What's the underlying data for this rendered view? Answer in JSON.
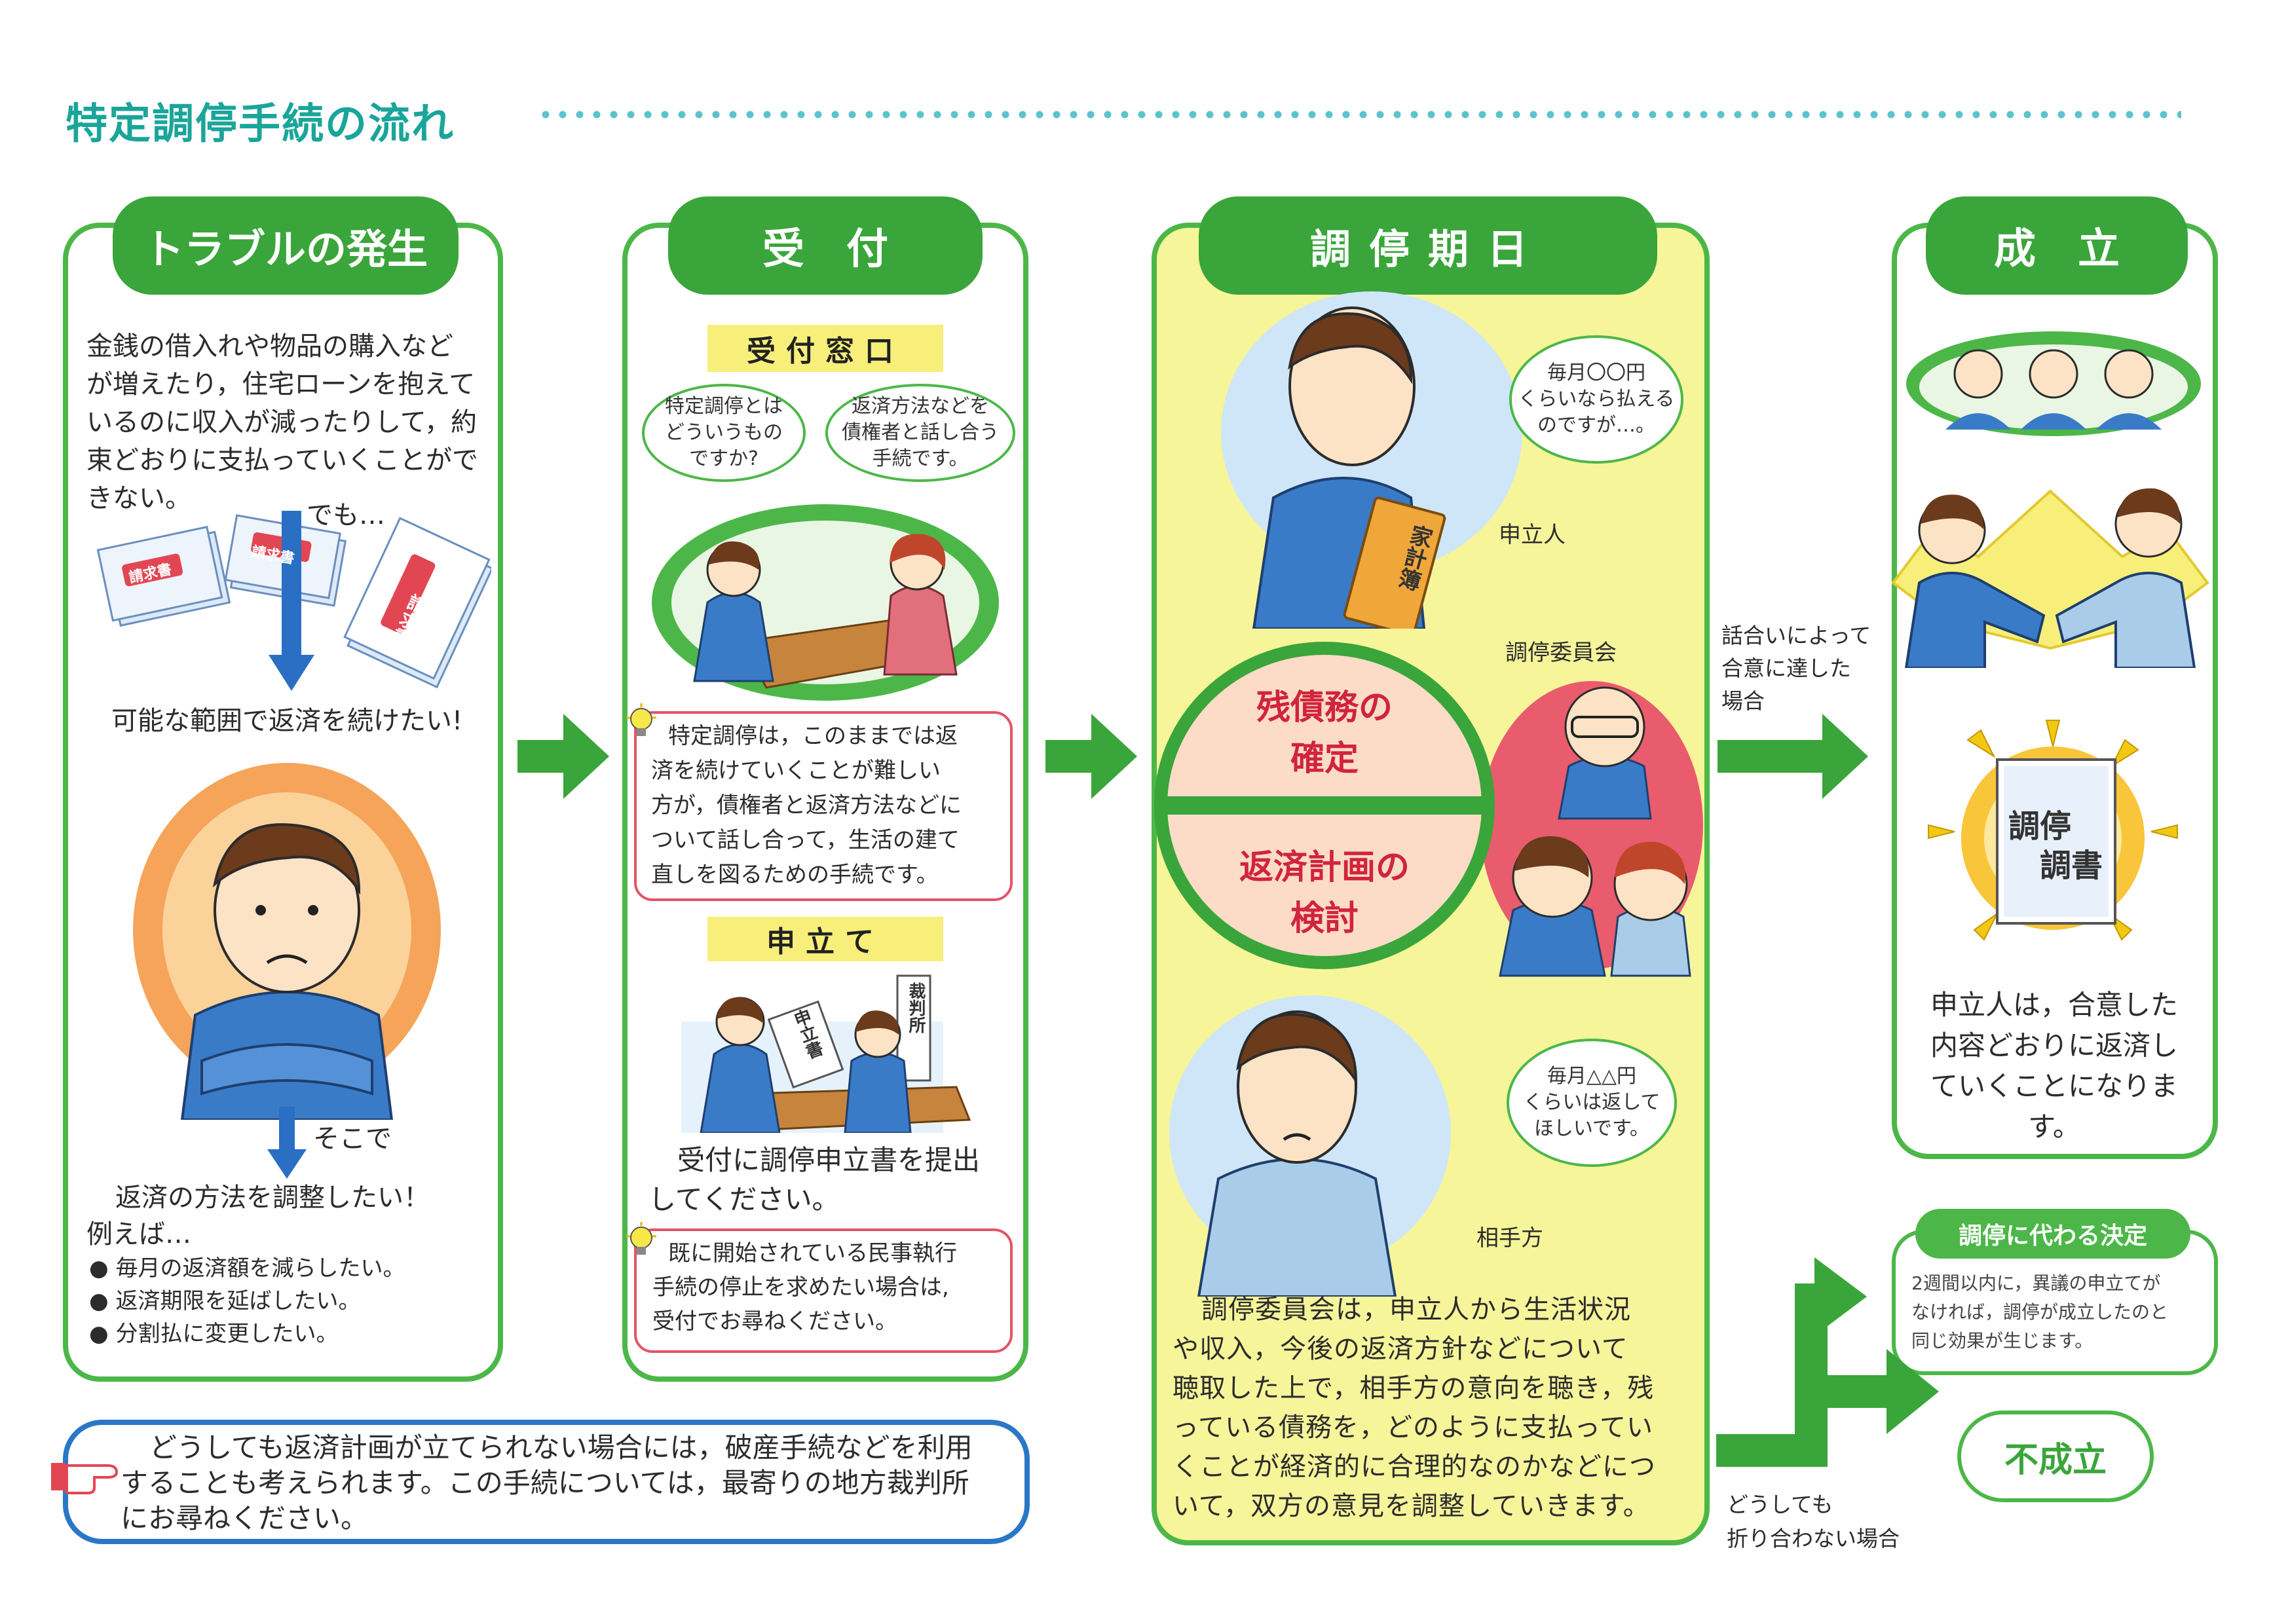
{
  "page_title": "特定調停手続の流れ",
  "columns": {
    "trouble": {
      "title": "トラブルの発生",
      "intro_lines": [
        "金銭の借入れや物品の購入など",
        "が増えたり，住宅ローンを抱えて",
        "いるのに収入が減ったりして，約",
        "束どおりに支払っていくことがで",
        "きない。"
      ],
      "demo": "でも…",
      "doc_label_1": "請求書",
      "doc_label_2": "請求書",
      "doc_label_3": "請求書",
      "wish": "可能な範囲で返済を続けたい!",
      "then": "そこで",
      "adjust": "返済の方法を調整したい！",
      "example": "例えば…",
      "bullets": [
        "毎月の返済額を減らしたい。",
        "返済期限を延ばしたい。",
        "分割払に変更したい。"
      ]
    },
    "reception": {
      "title": "受　付",
      "window_label": "受付窓口",
      "bubble_left": [
        "特定調停とは",
        "どういうもの",
        "ですか?"
      ],
      "bubble_right": [
        "返済方法などを",
        "債権者と話し合う",
        "手続です。"
      ],
      "note1_lines": [
        "特定調停は，このままでは返",
        "済を続けていくことが難しい",
        "方が，債権者と返済方法などに",
        "ついて話し合って，生活の建て",
        "直しを図るための手続です。"
      ],
      "apply_label": "申立て",
      "apply_doc": "申立書",
      "court_sign": "裁判所",
      "submit_lines": [
        "受付に調停申立書を提出",
        "してください。"
      ],
      "note2_lines": [
        "既に開始されている民事執行",
        "手続の停止を求めたい場合は,",
        "受付でお尋ねください。"
      ]
    },
    "mediation": {
      "title": "調停期日",
      "bubble_top": [
        "毎月〇〇円",
        "くらいなら払える",
        "のですが…。"
      ],
      "book": "家計簿",
      "applicant": "申立人",
      "committee": "調停委員会",
      "circle_top": [
        "残債務の",
        "確定"
      ],
      "circle_bottom": [
        "返済計画の",
        "検討"
      ],
      "bubble_bottom": [
        "毎月△△円",
        "くらいは返して",
        "ほしいです。"
      ],
      "counterparty": "相手方",
      "desc_lines": [
        "調停委員会は，申立人から生活状況",
        "や収入，今後の返済方針などについて",
        "聴取した上で，相手方の意向を聴き，残",
        "っている債務を，どのように支払ってい",
        "くことが経済的に合理的なのかなどにつ",
        "いて，双方の意見を調整していきます。"
      ]
    },
    "success": {
      "title": "成　立",
      "doc_line1": "調停",
      "doc_line2": "調書",
      "desc_lines": [
        "申立人は，合意した",
        "内容どおりに返済し",
        "ていくことになります。"
      ]
    }
  },
  "flow": {
    "agreement_note": [
      "話合いによって",
      "合意に達した",
      "場合"
    ],
    "no_agreement_note": [
      "どうしても",
      "折り合わない場合"
    ]
  },
  "alt_decision": {
    "title": "調停に代わる決定",
    "lines": [
      "2週間以内に，異議の申立てが",
      "なければ，調停が成立したのと",
      "同じ効果が生じます。"
    ]
  },
  "failure_label": "不成立",
  "bottom_note_lines": [
    "どうしても返済計画が立てられない場合には，破産手続などを利用",
    "することも考えられます。この手続については，最寄りの地方裁判所",
    "にお尋ねください。"
  ],
  "colors": {
    "green": "#4cb748",
    "dark_green": "#3aa53a",
    "teal_title": "#1aa59a",
    "yellow_panel": "#f6f59a",
    "red": "#d1243b",
    "blue": "#2a77c7"
  }
}
